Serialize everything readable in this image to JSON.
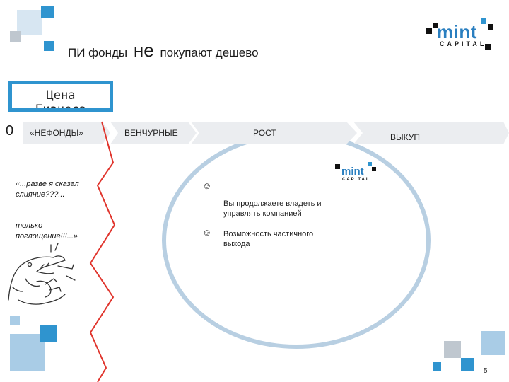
{
  "header": {
    "title_before": "ПИ фонды",
    "title_emphasis": "не",
    "title_after": "покупают дешево"
  },
  "logo": {
    "word": "mint",
    "sub": "CAPITAL"
  },
  "price_box": {
    "line1": "Цена",
    "line2": "Бизнеса"
  },
  "axis_zero": "0",
  "stages": [
    {
      "label": "«НЕФОНДЫ»"
    },
    {
      "label": "ВЕНЧУРНЫЕ"
    },
    {
      "label": "РОСТ"
    },
    {
      "label": "ВЫКУП"
    }
  ],
  "quote": {
    "line1": "«...разве я сказал",
    "line2": "слияние???...",
    "line3": "только",
    "line4": "поглощение!!!...»"
  },
  "bullets": [
    {
      "icon": "☺",
      "line1": "Вы продолжаете владеть и",
      "line2": "управлять компанией"
    },
    {
      "icon": "☺",
      "line1": "Возможность частичного",
      "line2": "выхода"
    }
  ],
  "page_number": "5",
  "colors": {
    "accent_blue": "#2f94cf",
    "light_blue": "#a9cce6",
    "pale_blue": "#d7e6f2",
    "gray_square": "#bfc7cf",
    "arrow_fill": "#ebedf0",
    "ellipse": "#b8cfe2",
    "zigzag": "#e0342c"
  }
}
